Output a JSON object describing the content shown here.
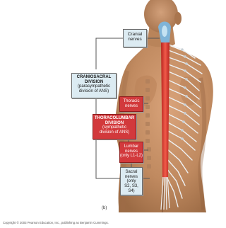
{
  "labels": {
    "cranial_nerves": [
      "Cranial",
      "nerves"
    ],
    "craniosacral": [
      "CRANIOSACRAL",
      "DIVISION",
      "(parasympathetic",
      "division of ANS)"
    ],
    "thoracic_nerves": [
      "Thoracic",
      "nerves"
    ],
    "thoracolumbar": [
      "THORACOLUMBAR",
      "DIVISION",
      "(sympathetic",
      "division of ANS)"
    ],
    "lumbar_nerves": [
      "Lumbar",
      "nerves",
      "(only L1-L2)"
    ],
    "sacral_nerves": [
      "Sacral",
      "nerves",
      "(only",
      "S2, S3, S4)"
    ]
  },
  "panel_letter": "(b)",
  "copyright": "Copyright © 2003 Pearson Education, Inc., publishing as Benjamin Cummings.",
  "colors": {
    "skin": "#c8946a",
    "skin_shade": "#a8744e",
    "spinal_cord": "#d8362f",
    "nerve": "#e8ecef",
    "brainstem": "#7fb4d8",
    "box_light": "#dcebf2",
    "box_red": "#d2393c",
    "connector": "#555555"
  }
}
